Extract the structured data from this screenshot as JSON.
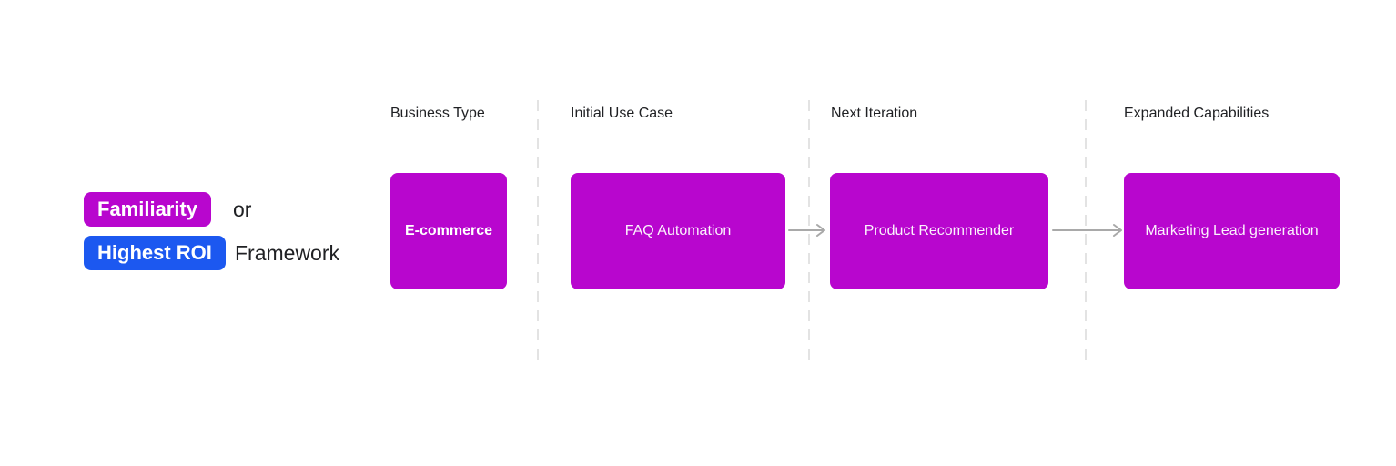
{
  "legend": {
    "familiarity_badge": "Familiarity",
    "or_text": "or",
    "highest_roi_badge": "Highest ROI",
    "framework_text": "Framework"
  },
  "columns": [
    {
      "label": "Business Type"
    },
    {
      "label": "Initial Use Case"
    },
    {
      "label": "Next Iteration"
    },
    {
      "label": "Expanded Capabilities"
    }
  ],
  "flow": {
    "nodes": [
      {
        "label": "E-commerce"
      },
      {
        "label": "FAQ Automation"
      },
      {
        "label": "Product Recommender"
      },
      {
        "label": "Marketing Lead generation"
      }
    ]
  },
  "icons": {
    "arrow_right": "→"
  },
  "colors": {
    "magenta": "#b806ce",
    "blue": "#1c58f0",
    "arrow": "#a9a9a9",
    "divider": "#e3e3e3",
    "text_dark": "#202124",
    "box_text": "#ffffff"
  }
}
